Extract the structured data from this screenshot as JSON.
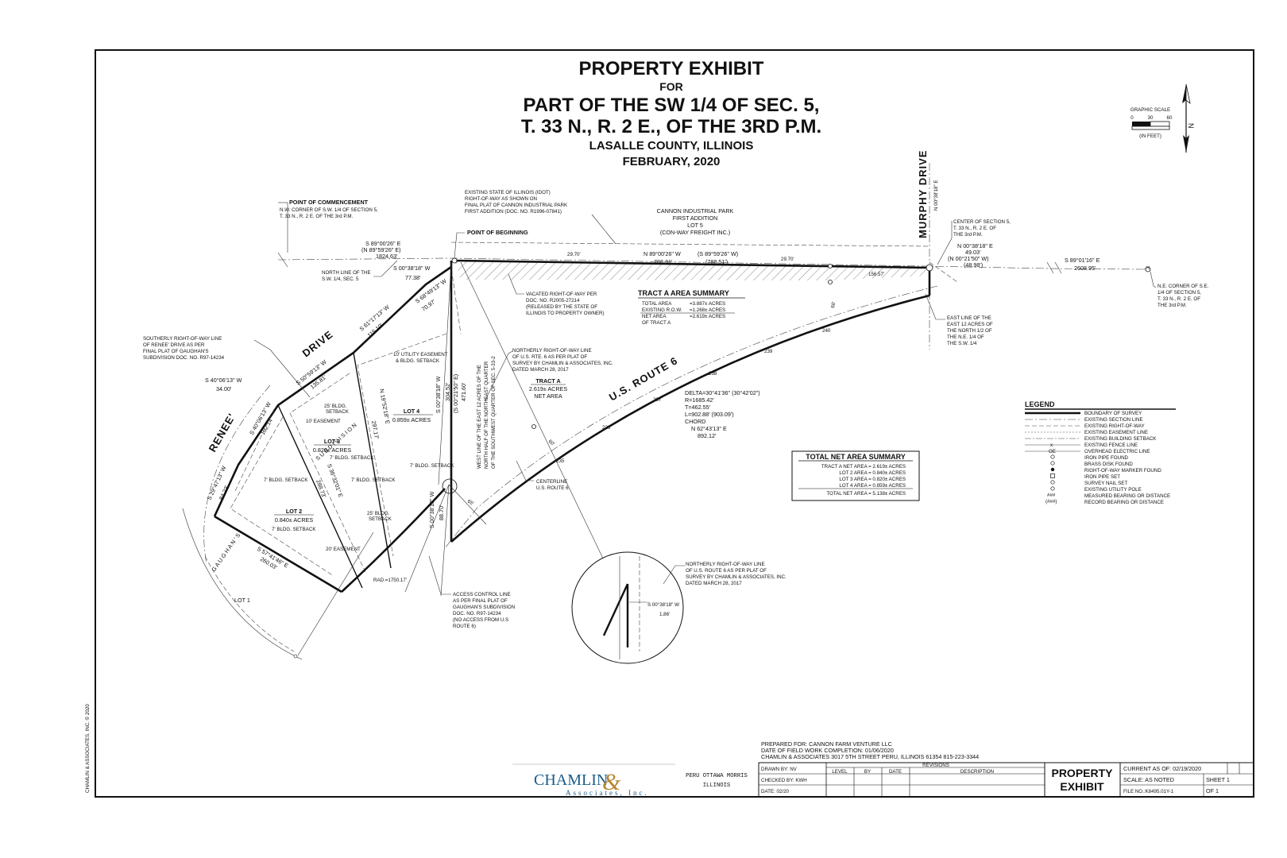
{
  "title": {
    "line1": "PROPERTY EXHIBIT",
    "line2": "FOR",
    "line3": "PART OF THE SW 1/4 OF SEC. 5,",
    "line4": "T. 33 N., R. 2 E., OF THE 3RD P.M.",
    "line5": "LASALLE COUNTY, ILLINOIS",
    "line6": "FEBRUARY, 2020"
  },
  "graphic_scale": {
    "label": "GRAPHIC   SCALE",
    "t0": "0",
    "t1": "30",
    "t2": "60",
    "units": "(IN FEET)",
    "north": "N"
  },
  "roads": {
    "murphy": "MURPHY DRIVE",
    "renee": "RENEE'",
    "drive": "DRIVE",
    "route6": "U.S. ROUTE 6",
    "gaughans": "G A U G H A N ' S",
    "subdivision": "S U B D I V I S I O N"
  },
  "notes": {
    "poc_title": "POINT OF COMMENCEMENT",
    "poc_1": "N.W. CORNER OF S.W. 1/4 OF SECTION 5,",
    "poc_2": "T. 33 N., R. 2 E. OF THE 3rd P.M.",
    "idot_1": "EXISTING STATE OF ILLINOIS (IDOT)",
    "idot_2": "RIGHT-OF-WAY AS SHOWN ON",
    "idot_3": "FINAL PLAT OF CANNON INDUSTRIAL PARK",
    "idot_4": "FIRST ADDITION (DOC. NO. R1996-07841)",
    "cip_1": "CANNON INDUSTRIAL PARK",
    "cip_2": "FIRST ADDITION",
    "cip_3": "LOT 5",
    "cip_4": "(CON-WAY FREIGHT INC.)",
    "pob": "POINT OF BEGINNING",
    "center_1": "CENTER OF SECTION 5,",
    "center_2": "T. 33 N., R. 2 E. OF",
    "center_3": "THE 3rd P.M.",
    "ne_1": "N.E. CORNER OF S.E.",
    "ne_2": "1/4 OF SECTION 5,",
    "ne_3": "T. 33 N., R. 2 E. OF",
    "ne_4": "THE 3rd P.M.",
    "north_line_1": "NORTH LINE OF THE",
    "north_line_2": "S.W. 1/4, SEC. 5",
    "vac_1": "VACATED RIGHT-OF-WAY PER",
    "vac_2": "DOC. NO.  R2005-27214",
    "vac_3": "(RELEASED BY THE STATE OF",
    "vac_4": "ILLINOIS TO PROPERTY OWNER)",
    "east_line_1": "EAST LINE OF THE",
    "east_line_2": "EAST 12 ACRES OF",
    "east_line_3": "THE NORTH 1/2 OF",
    "east_line_4": "THE N.E. 1/4 OF",
    "east_line_5": "THE S.W. 1/4",
    "south_row_1": "SOUTHERLY RIGHT-OF-WAY LINE",
    "south_row_2": "OF RENEE' DRIVE AS PER",
    "south_row_3": "FINAL PLAT OF GAUGHAN'S",
    "south_row_4": "SUBDIVISION DOC. NO. R97-14234",
    "nrow_1": "NORTHERLY RIGHT-OF-WAY LINE",
    "nrow_2": "OF U.S. RTE. 6 AS PER PLAT OF",
    "nrow_3": "SURVEY BY CHAMLIN & ASSOCIATES, INC.",
    "nrow_4": "DATED MARCH 28, 2017",
    "nrow2_1": "NORTHERLY RIGHT-OF-WAY LINE",
    "nrow2_2": "OF U.S. ROUTE 6 AS PER PLAT OF",
    "nrow2_3": "SURVEY BY CHAMLIN & ASSOCIATES, INC.",
    "nrow2_4": "DATED MARCH 28, 2017",
    "west_line": "WEST LINE OF THE EAST 12 ACRES OF THE",
    "west_line_2": "NORTH HALF OF THE NORTHEAST QUARTER",
    "west_line_3": "OF THE SOUTHWEST QUARTER OF SEC. 5-33-2",
    "acl_1": "ACCESS CONTROL LINE",
    "acl_2": "AS PER FINAL PLAT OF",
    "acl_3": "GAUGHAN'S SUBDIVISION",
    "acl_4": "DOC. NO. R97-14234",
    "acl_5": "(NO ACCESS FROM U.S",
    "acl_6": "ROUTE 6)",
    "centerline_1": "CENTERLINE",
    "centerline_2": "U.S. ROUTE 6",
    "util_1": "10' UTILITY EASEMENT",
    "util_2": "& BLDG. SETBACK",
    "setback25": "25' BLDG.",
    "setback25b": "SETBACK",
    "easement10": "10' EASEMENT",
    "setback7": "7' BLDG. SETBACK",
    "easement20": "20' EASEMENT",
    "lot1": "LOT  1"
  },
  "bearings": {
    "b1": "S 89°00'26\" E",
    "b1r": "(N 89°59'26\" E)",
    "b1d": "1824.63'",
    "b2": "S 00°38'18\" W",
    "b2d": "77.38'",
    "b3": "N 89°00'26\" W",
    "b3r": "(S 89°59'26\" W)",
    "b3d": "788.31'",
    "b3dr": "(788.51')",
    "b4": "29.70'",
    "b5": "N 00°38'18\" E",
    "b5d": "49.03'",
    "b5r": "(N 00°21'50\" W)",
    "b5dr": "(48.98')",
    "b6": "S 89°01'16\" E",
    "b6d": "2608.95'",
    "b7": "156.57'",
    "b8": "N 00°38'18\" E",
    "b9": "S 68°49'13\" W",
    "b9d": "70.97'",
    "b10": "S 61°17'13\" W",
    "b10d": "115.10'",
    "b11": "S 50°59'13\" W",
    "b11d": "135.81'",
    "b12": "S 40°06'13\" W",
    "b12d": "34.00'",
    "b13": "S 40°06'13\" W",
    "b13d": "102.14'",
    "b14": "S 29°47'13\" W",
    "b14d": "84.23'",
    "b15": "S 57°41'46\" E",
    "b15d": "260.03'",
    "b16": "S 00°38'18\" W",
    "b16d": "304.52'",
    "b16r": "(S 00°21'50\" E)",
    "b16dr": "471.60'",
    "b17": "S 00°38'18\" W",
    "b17d": "88.70'",
    "b18": "S 00°38'18\" W",
    "b18d": "1.86'",
    "b19": "N 19°52'18\" E",
    "b19d": "297.17'",
    "b20": "S 36°32'01\" E",
    "b20d": "288.73'",
    "curve_1": "DELTA=30°41'36\" (30°42'02\")",
    "curve_2": "R=1685.42'",
    "curve_3": "T=462.55'",
    "curve_4": "L=902.88' (903.09')",
    "curve_5": "CHORD",
    "curve_6": "N 62°43'13\" E",
    "curve_7": "892.12'",
    "rad": "RAD.=1750.17'",
    "d60": "60'",
    "d65": "65'",
    "st240": "240",
    "st239": "239",
    "st238": "238",
    "st237": "237",
    "st236": "236",
    "st235": "235"
  },
  "tract_a_summary": {
    "title": "TRACT A AREA SUMMARY",
    "r1l": "TOTAL AREA",
    "r1v": "=3.887± ACRES",
    "r2l": "EXISTING R.O.W.",
    "r2v": "=1.268± ACRES",
    "r3l": "NET AREA",
    "r3v": "=2.619± ACRES",
    "r4l": "OF TRACT A"
  },
  "lots": {
    "tract_a_1": "TRACT A",
    "tract_a_2": "2.619± ACRES",
    "tract_a_3": "NET AREA",
    "lot4_1": "LOT 4",
    "lot4_2": "0.859± ACRES",
    "lot3_1": "LOT 3",
    "lot3_2": "0.820± ACRES",
    "lot2_1": "LOT 2",
    "lot2_2": "0.840± ACRES"
  },
  "total_summary": {
    "title": "TOTAL NET AREA SUMMARY",
    "r1": "TRACT A NET AREA  =  2.619±  ACRES",
    "r2": "LOT 2 AREA  =  0.840±  ACRES",
    "r3": "LOT 3 AREA  =  0.820±  ACRES",
    "r4": "LOT 4 AREA  =  0.859±  ACRES",
    "r5": "TOTAL NET AREA  =  5.138±  ACRES"
  },
  "legend": {
    "title": "LEGEND",
    "items": [
      "BOUNDARY OF SURVEY",
      "EXISTING SECTION LINE",
      "EXISTING RIGHT-OF-WAY",
      "EXISTING EASEMENT LINE",
      "EXISTING BUILDING SETBACK",
      "EXISTING FENCE LINE",
      "OVERHEAD ELECTRIC LINE",
      "IRON PIPE FOUND",
      "BRASS DISK FOUND",
      "RIGHT-OF-WAY MARKER FOUND",
      "IRON PIPE SET",
      "SURVEY NAIL SET",
      "EXISTING UTILITY POLE",
      "MEASURED BEARING OR DISTANCE",
      "RECORD BEARING OR DISTANCE"
    ],
    "sym_meas": "###",
    "sym_rec": "(###)"
  },
  "title_block": {
    "prepared_1": "PREPARED FOR: CANNON FARM VENTURE LLC",
    "prepared_2": "DATE OF FIELD WORK COMPLETION: 01/06/2020",
    "prepared_3": "CHAMLIN & ASSOCIATES 3017 5TH STREET PERU, ILLINOIS 61354   815-223-3344",
    "logo_1": "CHAMLIN",
    "logo_amp": "&",
    "logo_2": "Associates, Inc.",
    "cities_1": "PERU OTTAWA MORRIS",
    "cities_2": "ILLINOIS",
    "drawn": "DRAWN BY: NV",
    "checked": "CHECKED BY: KWH",
    "date": "DATE: 02/20",
    "revisions": "REVISIONS",
    "col_level": "LEVEL",
    "col_by": "BY",
    "col_date": "DATE",
    "col_desc": "DESCRIPTION",
    "sheet_title_1": "PROPERTY",
    "sheet_title_2": "EXHIBIT",
    "current": "CURRENT AS OF:  02/19/2020",
    "scale": "SCALE:  AS NOTED",
    "sheet": "SHEET  1",
    "file": "FILE NO.:K8495.01Y-1",
    "of": "OF      1"
  },
  "copyright": "CHAMLIN & ASSOCIATES, INC. © 2020"
}
